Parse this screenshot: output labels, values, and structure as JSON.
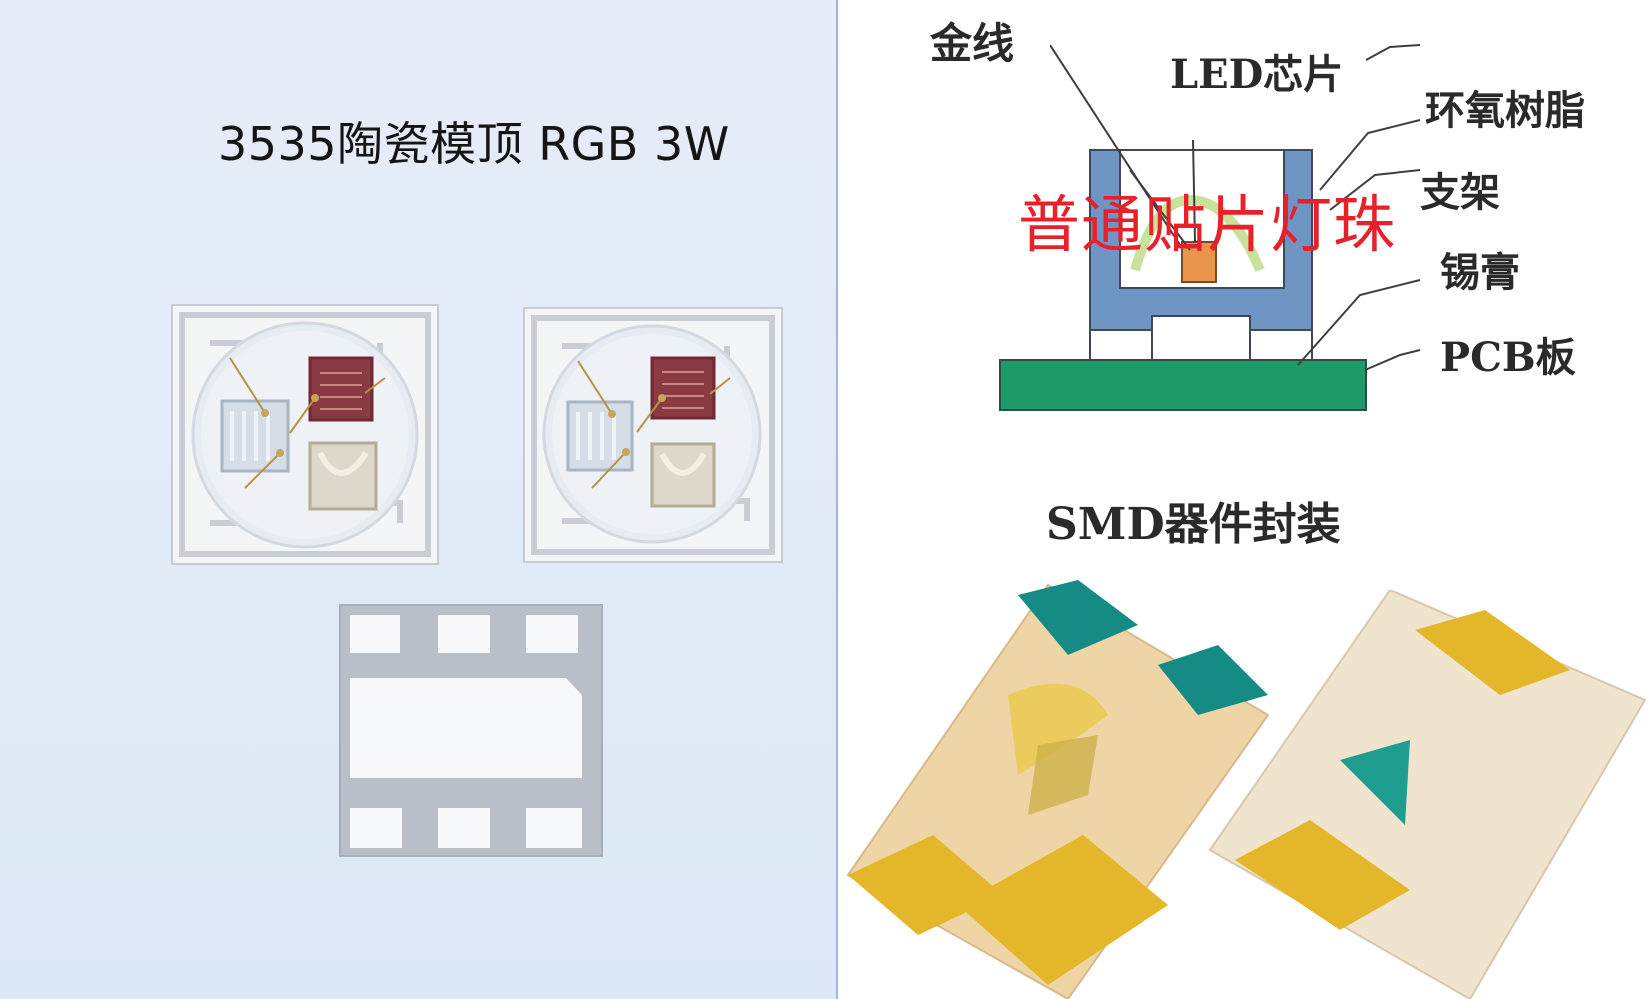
{
  "left": {
    "title": "3535陶瓷模顶 RGB 3W"
  },
  "right": {
    "overlay_title": "普通贴片灯珠",
    "labels": {
      "gold_wire": "金线",
      "led_chip": "LED芯片",
      "epoxy": "环氧树脂",
      "bracket": "支架",
      "solder_paste": "锡膏",
      "pcb": "PCB板"
    },
    "section_title": "SMD器件封装"
  },
  "colors": {
    "left_bg": "#e2eaf7",
    "divider": "#9bb8e4",
    "red_text": "#e8202a",
    "pcb_green": "#1f9a6a",
    "package_blue": "#6f95c4",
    "gold_pad": "#e4b62a"
  }
}
